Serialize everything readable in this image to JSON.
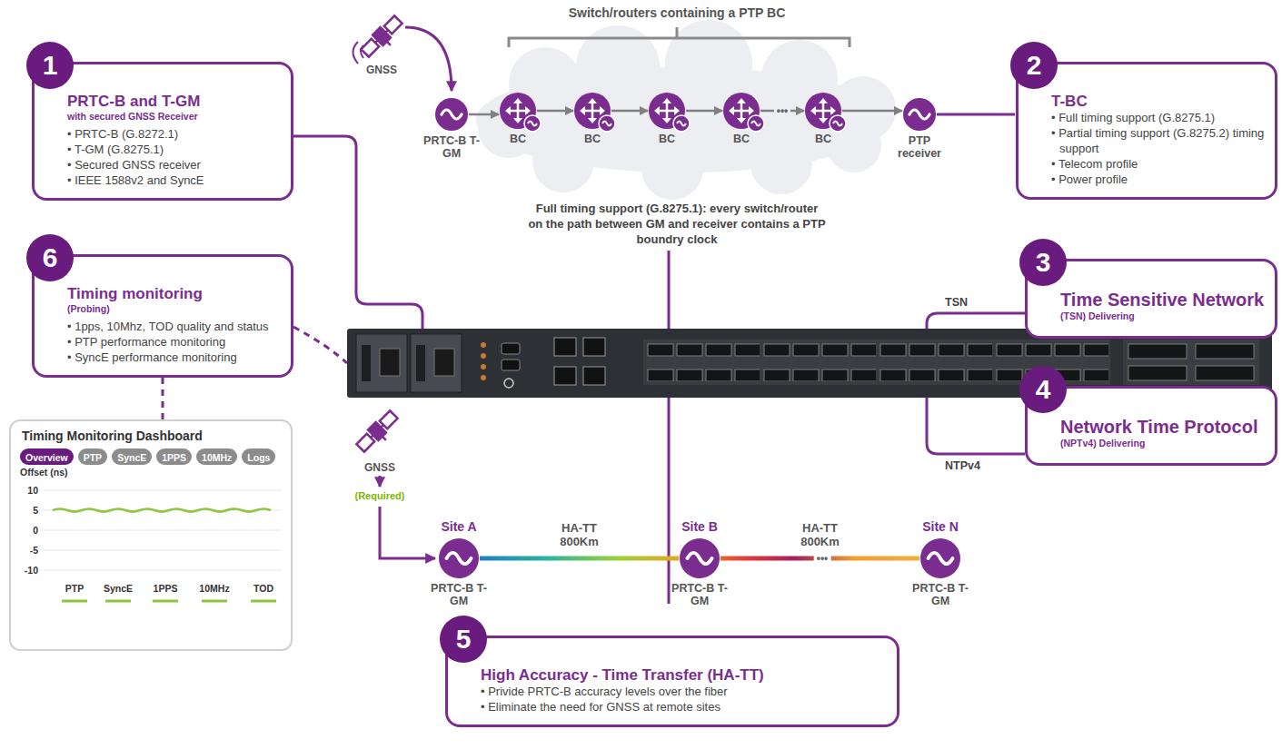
{
  "diagram": {
    "nodes": [
      {
        "text": [
          "PRTC-B and T-GM",
          "with secured GNSS Receiver",
          "• PRTC-B (G.8272.1)",
          "• T-GM (G.8275.1)",
          "• Secured GNSS receiver",
          "• IEEE 1588v2 and SyncE"
        ]
      },
      {
        "text": [
          "PRTC-B T-GM"
        ]
      },
      {
        "text": [
          "BC"
        ]
      },
      {
        "text": [
          "BC"
        ]
      },
      {
        "text": [
          "BC"
        ]
      },
      {
        "text": [
          "BC"
        ]
      },
      {
        "text": [
          "BC"
        ]
      },
      {
        "text": [
          "PTP receiver"
        ]
      },
      {
        "text": [
          "T-BC",
          "• Full timing support (G.8275.1)",
          "• Partial timing support (G.8275.2) timing support",
          "• Telecom profile",
          "• Power profile"
        ]
      },
      {
        "text": [
          "Timing monitoring",
          "(Probing)",
          "• 1pps, 10Mhz, TOD quality and status",
          "• PTP performance monitoring",
          "• SyncE performance monitoring"
        ]
      },
      {
        "text": [
          "Time Sensitive Network",
          "(TSN) Delivering"
        ]
      },
      {
        "text": [
          "Network Time Protocol",
          "(NPTv4) Delivering"
        ]
      },
      {
        "text": [
          "Timing Monitoring Dashboard"
        ]
      },
      {
        "text": [
          "Overview"
        ],
        "in": 12
      },
      {
        "text": [
          "PTP"
        ],
        "in": 12
      },
      {
        "text": [
          "SyncE"
        ],
        "in": 12
      },
      {
        "text": [
          "1PPS"
        ],
        "in": 12
      },
      {
        "text": [
          "10MHz"
        ],
        "in": 12
      },
      {
        "text": [
          "Logs"
        ],
        "in": 12
      },
      {
        "text": [
          "Site A",
          "PRTC-B T-GM"
        ]
      },
      {
        "text": [
          "Site B",
          "PRTC-B T-GM"
        ]
      },
      {
        "text": [
          "Site N",
          "PRTC-B T-GM"
        ]
      },
      {
        "text": [
          "High Accuracy - Time Transfer (HA-TT)",
          "• Privide PRTC-B accuracy levels over the fiber",
          "• Eliminate the need for GNSS at remote sites"
        ]
      }
    ],
    "edges": [
      {
        "from": 1,
        "to": 2,
        "arrow": "to"
      },
      {
        "from": 2,
        "to": 3,
        "arrow": "to"
      },
      {
        "from": 3,
        "to": 4,
        "arrow": "to"
      },
      {
        "from": 4,
        "to": 5,
        "arrow": "to"
      },
      {
        "from": 5,
        "to": 6,
        "label": "•••",
        "arrow": "to"
      },
      {
        "from": 6,
        "to": 7,
        "arrow": "to"
      },
      {
        "from": 7,
        "to": 8,
        "arrow": "none"
      },
      {
        "from": 9,
        "to": 12,
        "arrow": "none"
      },
      {
        "from": 19,
        "to": 20,
        "label": "HA-TT 800Km",
        "arrow": "none"
      },
      {
        "from": 20,
        "to": 21,
        "label": "HA-TT 800Km",
        "arrow": "none"
      }
    ],
    "labels": [
      "1",
      "2",
      "3",
      "4",
      "5",
      "6",
      "Switch/routers containing a PTP BC",
      "GNSS",
      "Full timing support (G.8275.1): every switch/router on the path between GM and receiver contains a PTP boundry clock",
      "TSN",
      "NTPv4",
      "GNSS",
      "(Required)",
      "•••",
      "Offset (ns)",
      "10",
      "5",
      "0",
      "-5",
      "-10",
      "PTP",
      "SyncE",
      "1PPS",
      "10MHz",
      "TOD"
    ]
  }
}
